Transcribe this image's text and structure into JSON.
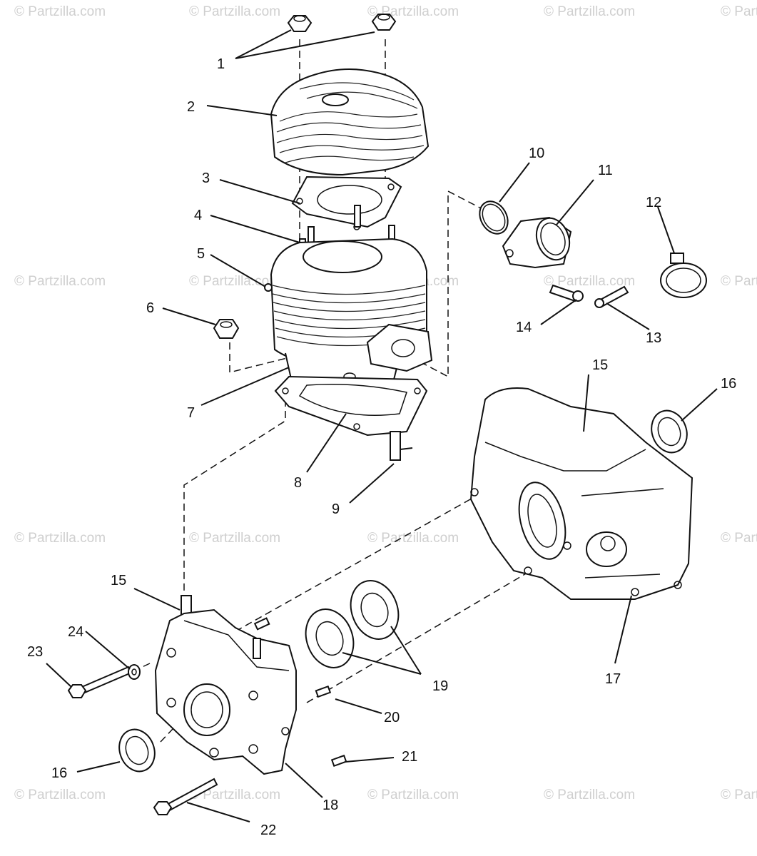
{
  "watermark": {
    "text": "© Partzilla.com"
  },
  "callouts": {
    "c1": "1",
    "c2": "2",
    "c3": "3",
    "c4": "4",
    "c5": "5",
    "c6": "6",
    "c7": "7",
    "c8": "8",
    "c9": "9",
    "c10": "10",
    "c11": "11",
    "c12": "12",
    "c13": "13",
    "c14": "14",
    "c15a": "15",
    "c15b": "15",
    "c16a": "16",
    "c16b": "16",
    "c17": "17",
    "c18": "18",
    "c19": "19",
    "c20": "20",
    "c21": "21",
    "c22": "22",
    "c23": "23",
    "c24": "24"
  }
}
